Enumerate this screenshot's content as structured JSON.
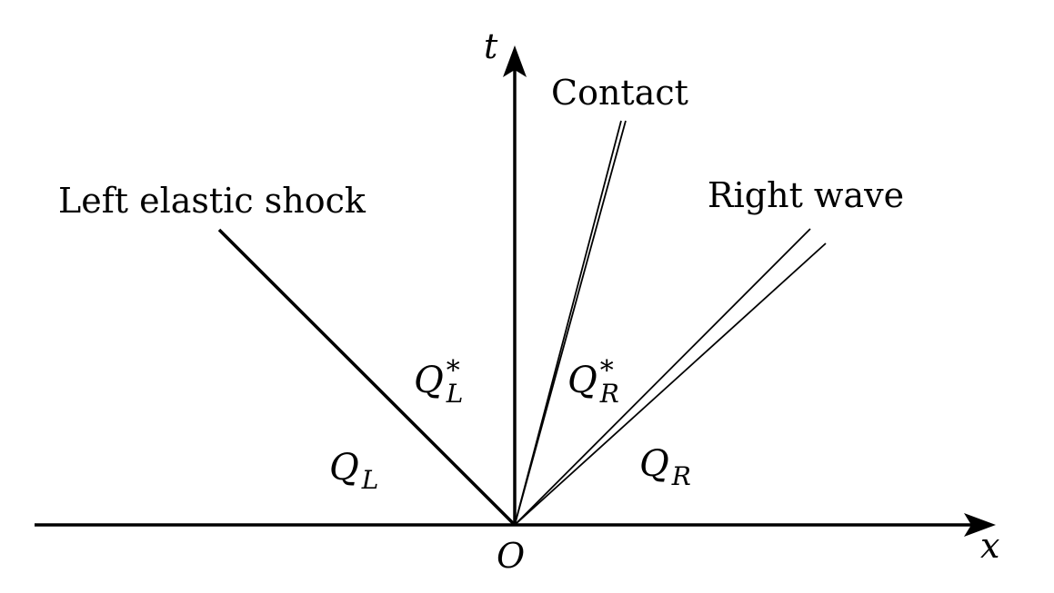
{
  "axes": {
    "x_label": "x",
    "t_label": "t",
    "origin_label": "O"
  },
  "waves": {
    "left": "Left elastic shock",
    "contact": "Contact",
    "right": "Right wave"
  },
  "states": {
    "left": {
      "base": "Q",
      "sub": "L"
    },
    "left_star": {
      "base": "Q",
      "sub": "L",
      "sup": "*"
    },
    "right_star": {
      "base": "Q",
      "sub": "R",
      "sup": "*"
    },
    "right": {
      "base": "Q",
      "sub": "R"
    }
  }
}
